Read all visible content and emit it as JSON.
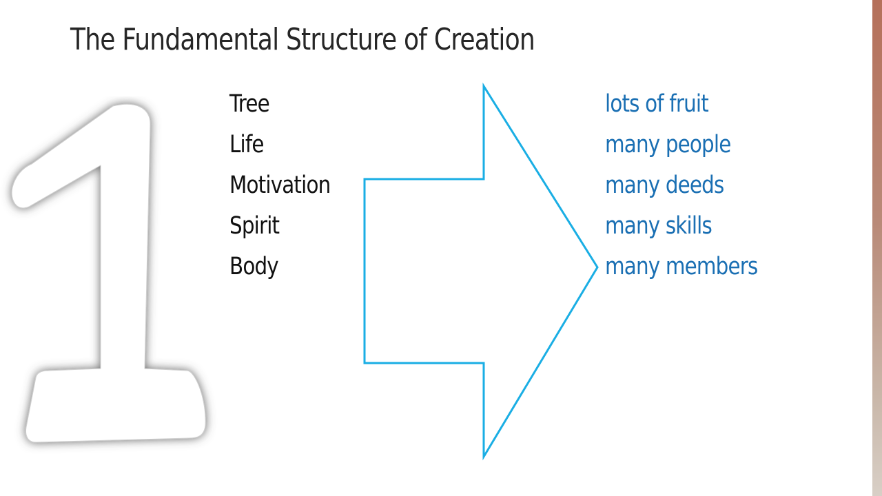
{
  "slide": {
    "title": "The Fundamental Structure of Creation",
    "numeral": "1",
    "left_items": [
      "Tree",
      "Life",
      "Motivation",
      "Spirit",
      "Body"
    ],
    "right_items": [
      "lots of fruit",
      "many people",
      "many deeds",
      "many skills",
      "many members"
    ]
  },
  "colors": {
    "arrow_stroke": "#1aaee4",
    "right_text": "#1a6fb3",
    "left_text": "#111111",
    "title_text": "#262626",
    "numeral_fill": "#ffffff",
    "numeral_shadow": "#5a5a5a"
  },
  "icons": {
    "numeral": "numeral-one-icon",
    "arrow": "right-arrow-outline-icon"
  }
}
